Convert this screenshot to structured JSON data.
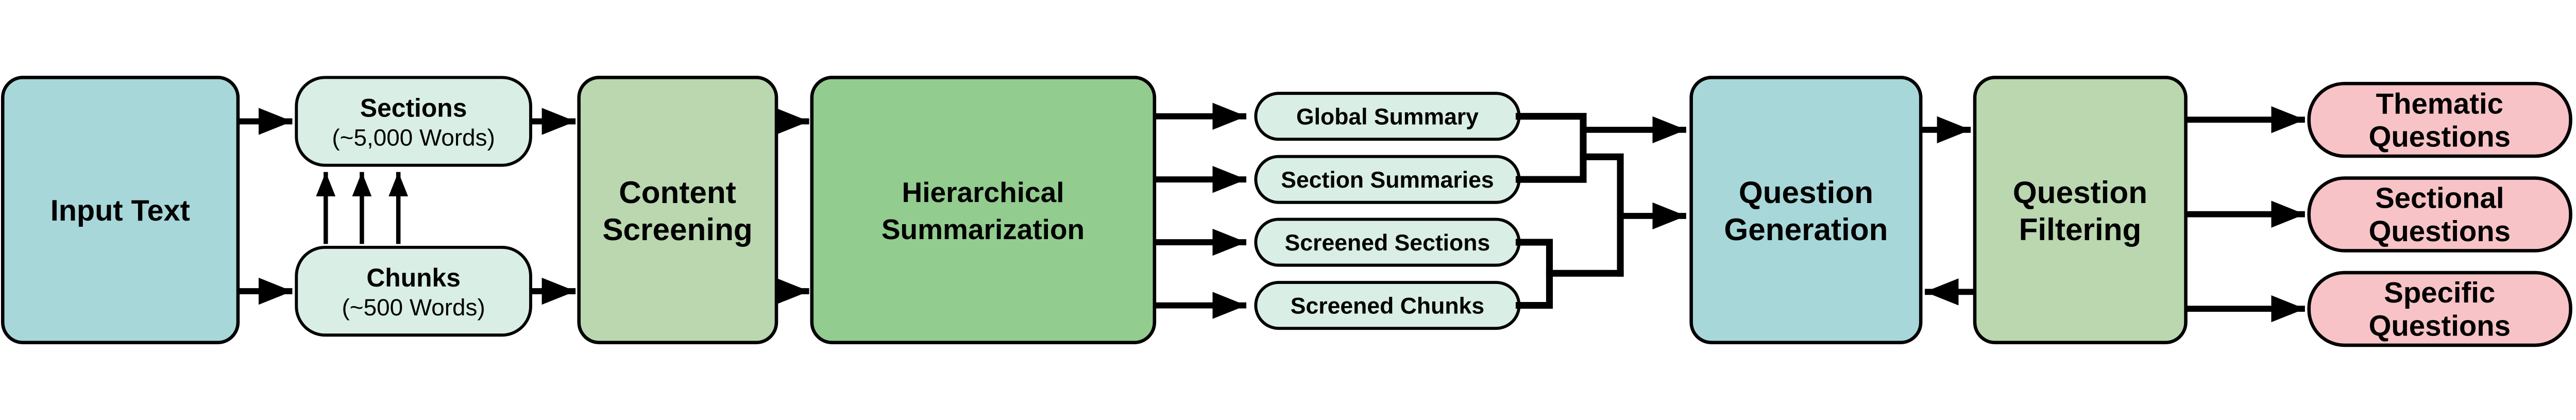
{
  "diagram": {
    "nodes": {
      "input_text": {
        "label": "Input Text",
        "fill": "#a7d7d9"
      },
      "sections": {
        "line1": "Sections",
        "line2": "(~5,000 Words)",
        "fill": "#d9eee5"
      },
      "chunks": {
        "line1": "Chunks",
        "line2": "(~500 Words)",
        "fill": "#d9eee5"
      },
      "content_screening": {
        "line1": "Content",
        "line2": "Screening",
        "fill": "#bad7af"
      },
      "hierarchical_summarization": {
        "line1": "Hierarchical",
        "line2": "Summarization",
        "fill": "#92cc8e"
      },
      "global_summary": {
        "label": "Global Summary",
        "fill": "#d9eee5"
      },
      "section_summaries": {
        "label": "Section Summaries",
        "fill": "#d9eee5"
      },
      "screened_sections": {
        "label": "Screened Sections",
        "fill": "#d9eee5"
      },
      "screened_chunks": {
        "label": "Screened Chunks",
        "fill": "#d9eee5"
      },
      "question_generation": {
        "line1": "Question",
        "line2": "Generation",
        "fill": "#a7d7d9"
      },
      "question_filtering": {
        "line1": "Question",
        "line2": "Filtering",
        "fill": "#bad7af"
      },
      "thematic_questions": {
        "line1": "Thematic",
        "line2": "Questions",
        "fill": "#f7c3c6"
      },
      "sectional_questions": {
        "line1": "Sectional",
        "line2": "Questions",
        "fill": "#f7c3c6"
      },
      "specific_questions": {
        "line1": "Specific",
        "line2": "Questions",
        "fill": "#f7c3c6"
      }
    },
    "colors": {
      "line": "#000000",
      "border": "#000000",
      "background": "#ffffff",
      "teal": "#a7d7d9",
      "mint": "#d9eee5",
      "sage": "#bad7af",
      "green": "#92cc8e",
      "pink": "#f7c3c6"
    }
  }
}
